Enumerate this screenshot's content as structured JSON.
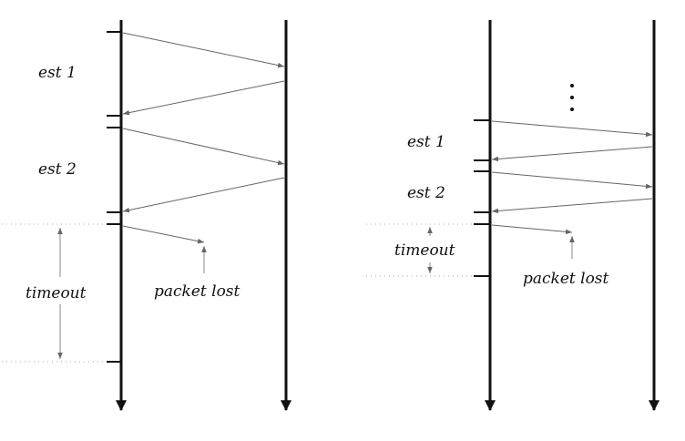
{
  "left_panel": {
    "labels": {
      "est1": "est 1",
      "est2": "est 2",
      "timeout": "timeout",
      "packet_lost": "packet lost"
    }
  },
  "right_panel": {
    "labels": {
      "est1": "est 1",
      "est2": "est 2",
      "timeout": "timeout",
      "packet_lost": "packet lost"
    }
  },
  "colors": {
    "timeline": "#111111",
    "message": "#666666",
    "dotted_guide": "#aaaaaa"
  }
}
